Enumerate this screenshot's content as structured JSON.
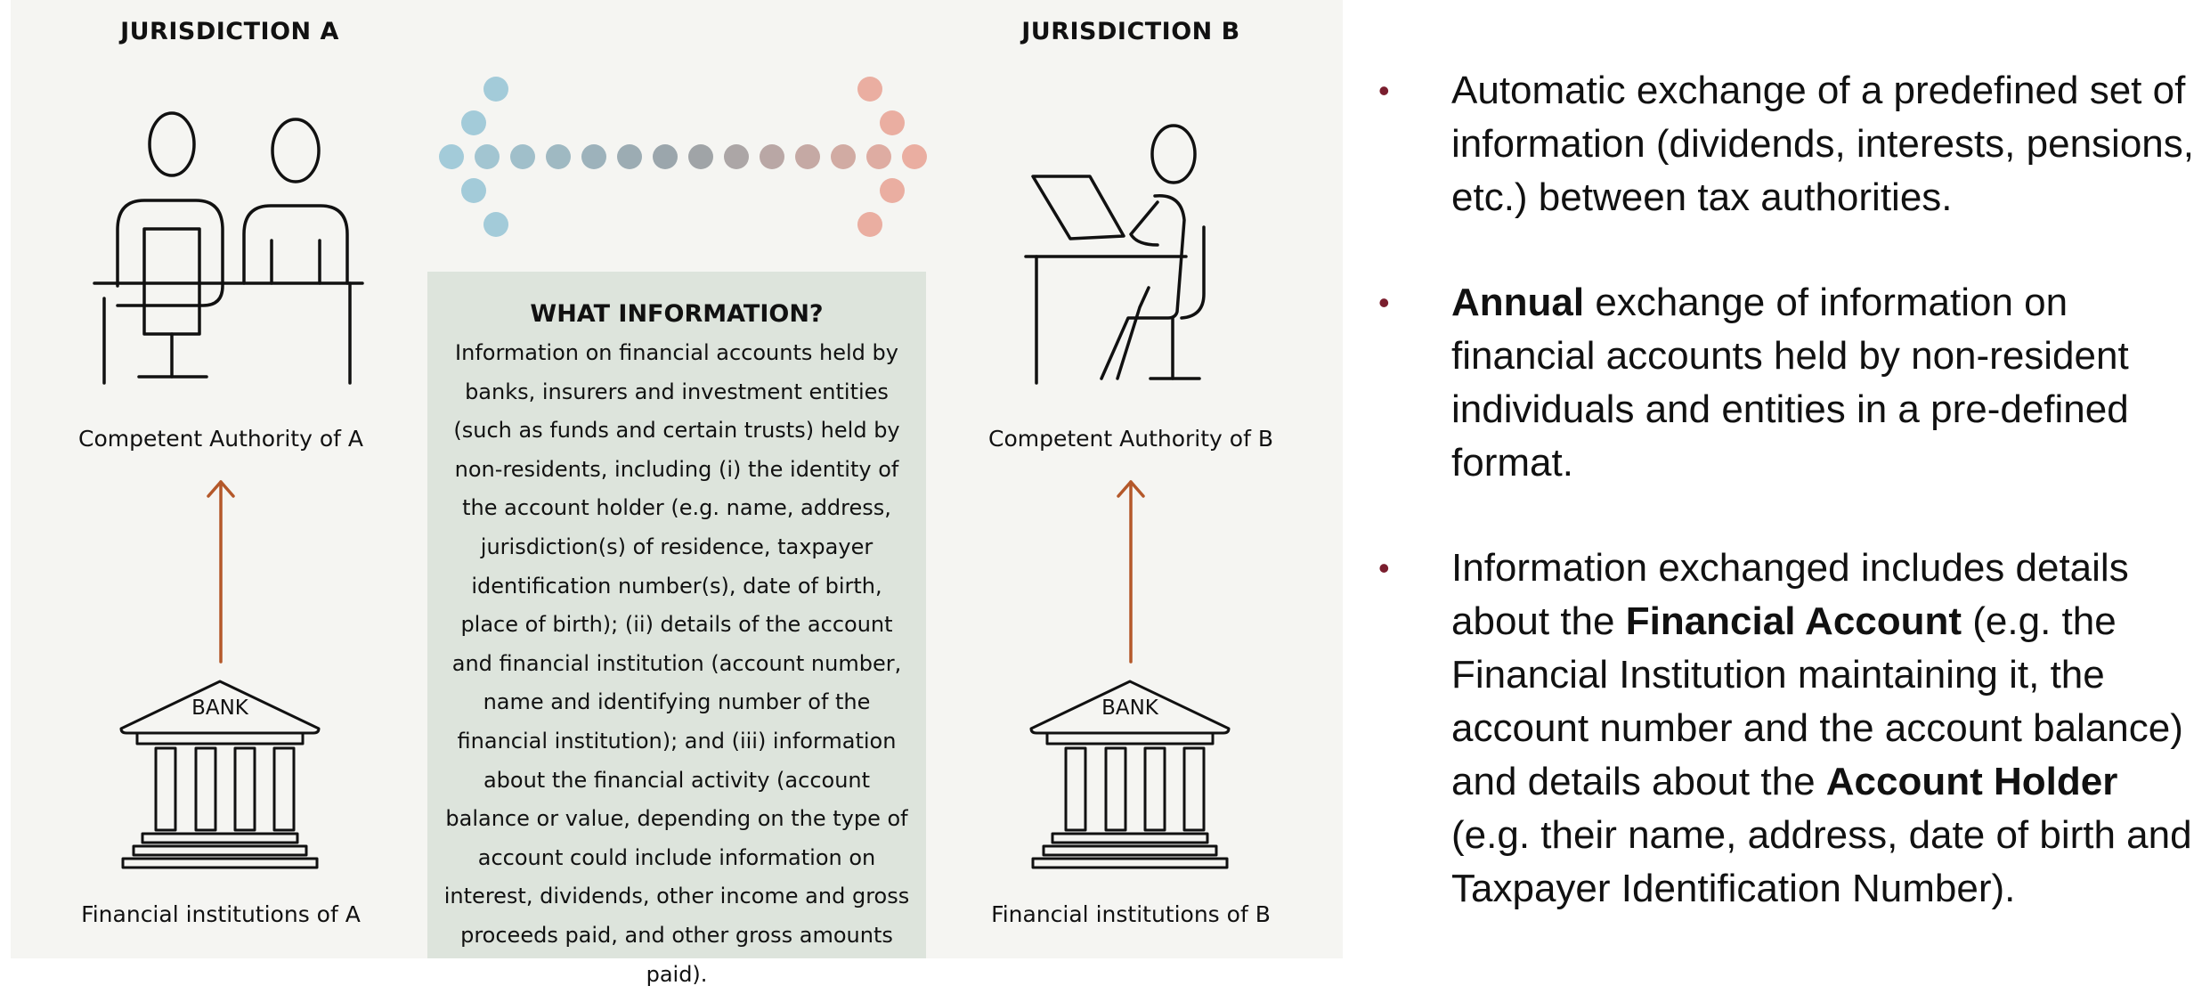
{
  "diagram": {
    "jurisdiction_a_title": "JURISDICTION A",
    "jurisdiction_b_title": "JURISDICTION B",
    "authority_a_label": "Competent Authority of A",
    "authority_b_label": "Competent Authority of B",
    "institutions_a_label": "Financial institutions of A",
    "institutions_b_label": "Financial institutions of B",
    "bank_sign_text": "BANK",
    "info_title": "WHAT INFORMATION?",
    "info_text": "Information on financial accounts held by banks, insurers and investment entities (such as funds and certain trusts) held by non-residents, including (i) the identity of the account holder (e.g. name, address, jurisdiction(s) of residence, taxpayer identification number(s), date of birth, place of birth); (ii) details of the account and financial institution (account number, name and identifying number of the financial institution); and (iii) information about the financial activity (account balance or value, depending on the type of account could include information on interest, dividends, other income and gross proceeds paid, and other gross amounts paid).",
    "colors": {
      "arrow_up": "#b4582a",
      "exchange_left": "#a3cbd9",
      "exchange_right": "#eaaea1",
      "info_box_bg": "#dde4dc",
      "bullet": "#7a1e2e"
    },
    "icons": [
      "two-officials-at-desk-icon",
      "person-at-laptop-icon",
      "bank-building-icon",
      "up-arrow-icon",
      "double-dotted-arrow-icon"
    ]
  },
  "bullets": [
    {
      "parts": [
        {
          "text": "Automatic exchange of a predefined set of information (dividends, interests, pensions, etc.) between tax authorities.",
          "bold": false
        }
      ]
    },
    {
      "parts": [
        {
          "text": "Annual",
          "bold": true
        },
        {
          "text": " exchange of information on financial accounts held by non-resident individuals and entities in a pre-defined format.",
          "bold": false
        }
      ]
    },
    {
      "parts": [
        {
          "text": "Information exchanged includes details about the ",
          "bold": false
        },
        {
          "text": "Financial Account",
          "bold": true
        },
        {
          "text": " (e.g. the Financial Institution maintaining it, the account number and the account balance) and details about the ",
          "bold": false
        },
        {
          "text": "Account Holder",
          "bold": true
        },
        {
          "text": " (e.g. their name, address, date of birth and Taxpayer Identification Number).",
          "bold": false
        }
      ]
    }
  ]
}
